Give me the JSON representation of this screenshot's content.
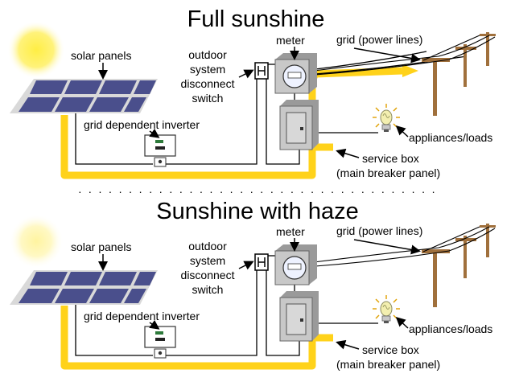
{
  "colors": {
    "sun": "#ffee44",
    "sun_glow": "#fff6a8",
    "panel_cell": "#4a4f8c",
    "panel_frame": "#d9d9d9",
    "power_flow": "#ffd21a",
    "pole": "#a0703c",
    "meter_box": "#bfbfbf",
    "wire": "#000000"
  },
  "divider": "· · · · · · · · · · · · · · · · · · · · · · · · · · · · · · · · · · · ·",
  "scenarios": [
    {
      "title": "Full sunshine",
      "sun_state": "full",
      "labels": {
        "solar_panels": "solar panels",
        "disconnect_line1": "outdoor",
        "disconnect_line2": "system",
        "disconnect_line3": "disconnect",
        "disconnect_line4": "switch",
        "meter": "meter",
        "grid": "grid (power lines)",
        "inverter": "grid dependent inverter",
        "appliances": "appliances/loads",
        "service_box_line1": "service box",
        "service_box_line2": "(main breaker panel)"
      }
    },
    {
      "title": "Sunshine with haze",
      "sun_state": "hazy",
      "labels": {
        "solar_panels": "solar panels",
        "disconnect_line1": "outdoor",
        "disconnect_line2": "system",
        "disconnect_line3": "disconnect",
        "disconnect_line4": "switch",
        "meter": "meter",
        "grid": "grid (power lines)",
        "inverter": "grid dependent inverter",
        "appliances": "appliances/loads",
        "service_box_line1": "service box",
        "service_box_line2": "(main breaker panel)"
      }
    }
  ]
}
